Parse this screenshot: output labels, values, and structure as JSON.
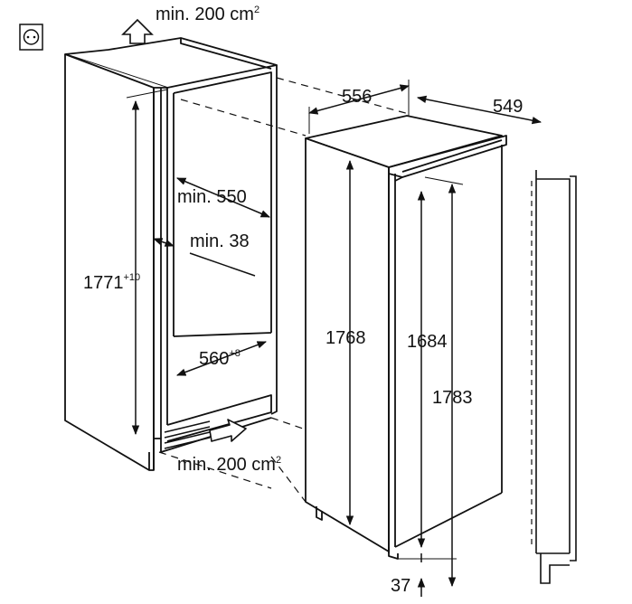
{
  "labels": {
    "vent_top": "min. 200 cm",
    "vent_top_sup": "2",
    "vent_bottom": "min. 200 cm",
    "vent_bottom_sup": "2",
    "niche_depth": "min. 550",
    "gap": "min. 38",
    "niche_height": "1771",
    "niche_height_tol": "+10",
    "niche_width": "560",
    "niche_width_tol": "+8",
    "appliance_width": "556",
    "appliance_depth": "549",
    "appliance_height": "1768",
    "door_height": "1684",
    "total_height": "1783",
    "plinth_height": "37"
  },
  "icons": {
    "socket": "power-socket-icon",
    "air_arrow_up": "arrow-up-icon",
    "air_arrow_in": "arrow-right-icon"
  },
  "colors": {
    "line": "#111111",
    "cabinet_fill": "#ffffff"
  }
}
